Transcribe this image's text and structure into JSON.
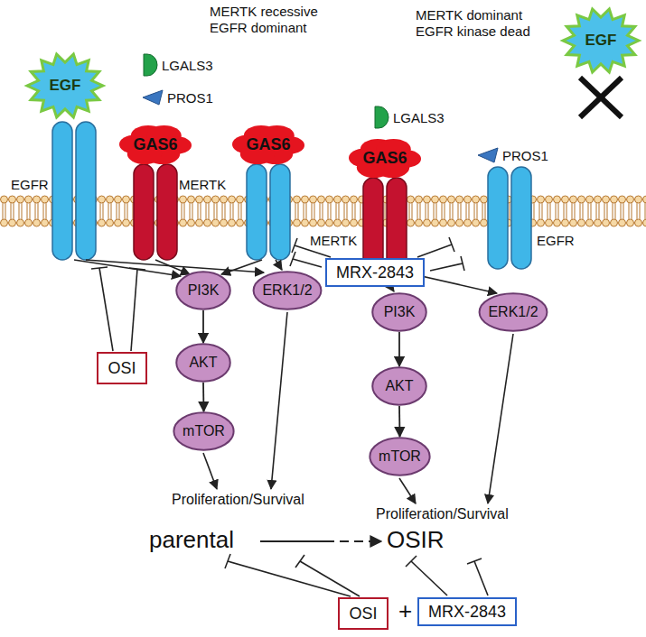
{
  "diagram": {
    "nodes": [
      {
        "text": [
          "LGALS3"
        ]
      },
      {
        "text": [
          "PROS1"
        ]
      },
      {
        "text": [
          "LGALS3"
        ]
      },
      {
        "text": [
          "EGF"
        ]
      },
      {
        "text": [
          "GAS6"
        ]
      },
      {
        "text": [
          "GAS6"
        ]
      },
      {
        "text": [
          "GAS6"
        ]
      },
      {
        "text": [
          "PROS1"
        ]
      },
      {
        "text": [
          "EGF"
        ]
      },
      {
        "text": [
          "MRX-2843"
        ]
      },
      {
        "text": [
          "OSI"
        ]
      },
      {
        "text": [
          "PI3K"
        ]
      },
      {
        "text": [
          "ERK1/2"
        ]
      },
      {
        "text": [
          "AKT"
        ]
      },
      {
        "text": [
          "mTOR"
        ]
      },
      {
        "text": [
          "PI3K"
        ]
      },
      {
        "text": [
          "ERK1/2"
        ]
      },
      {
        "text": [
          "AKT"
        ]
      },
      {
        "text": [
          "mTOR"
        ]
      },
      {
        "text": [
          "OSI"
        ]
      },
      {
        "text": [
          "MRX-2843"
        ]
      }
    ],
    "edges": [
      {
        "from": 11,
        "to": 13,
        "arrow": "to"
      },
      {
        "from": 13,
        "to": 14,
        "arrow": "to"
      },
      {
        "from": 15,
        "to": 17,
        "arrow": "to"
      },
      {
        "from": 17,
        "to": 18,
        "arrow": "to"
      }
    ],
    "labels": [
      "MERTK recessive EGFR dominant",
      "MERTK dominant EGFR kinase dead",
      "EGFR",
      "MERTK",
      "MERTK",
      "EGFR",
      "Proliferation/Survival",
      "Proliferation/Survival",
      "parental",
      "OSIR",
      "+"
    ]
  }
}
